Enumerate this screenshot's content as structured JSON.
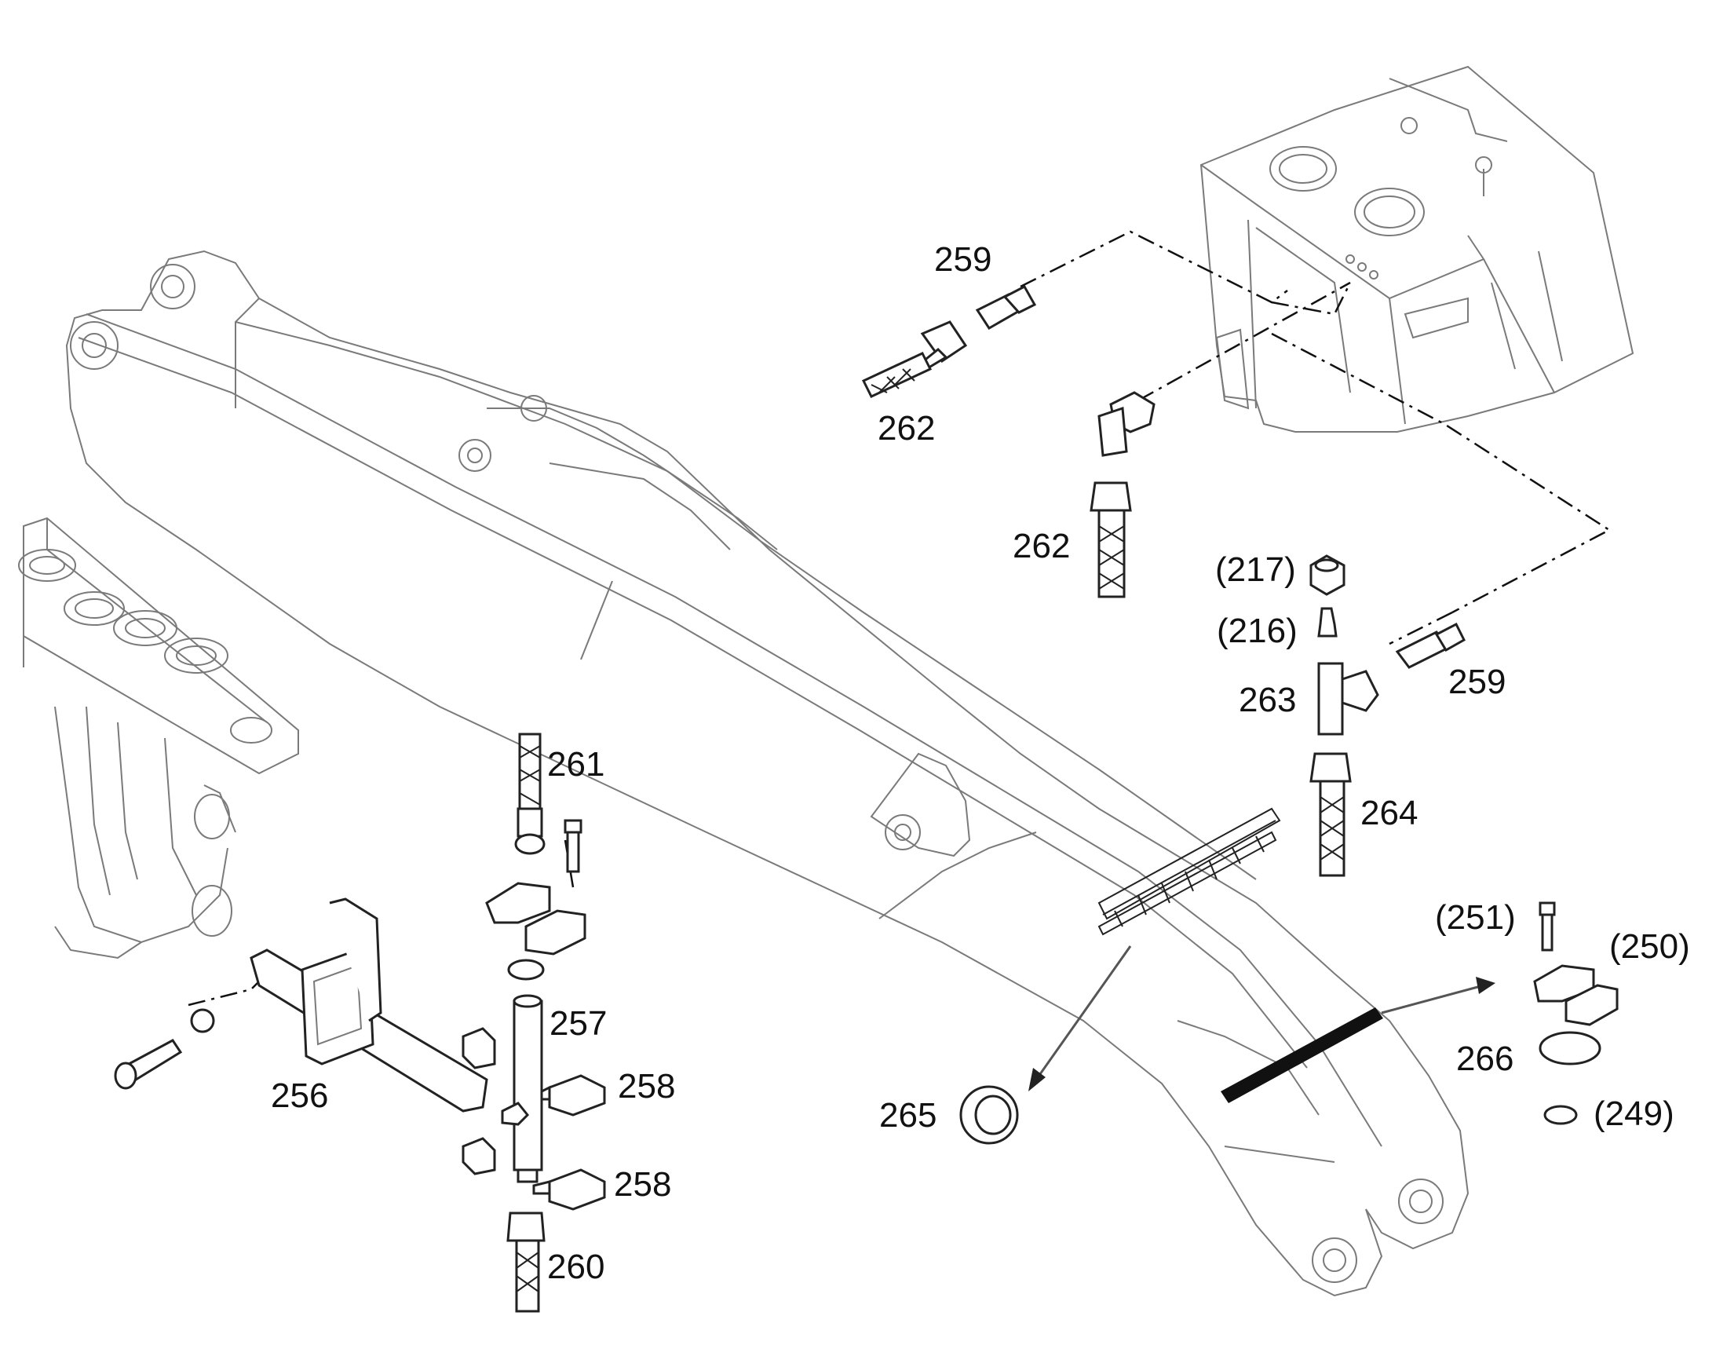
{
  "callouts": [
    {
      "id": "c259a",
      "text": "259"
    },
    {
      "id": "c262a",
      "text": "262"
    },
    {
      "id": "c262b",
      "text": "262"
    },
    {
      "id": "c217",
      "text": "(217)"
    },
    {
      "id": "c216",
      "text": "(216)"
    },
    {
      "id": "c263",
      "text": "263"
    },
    {
      "id": "c259b",
      "text": "259"
    },
    {
      "id": "c264",
      "text": "264"
    },
    {
      "id": "c261",
      "text": "261"
    },
    {
      "id": "c257",
      "text": "257"
    },
    {
      "id": "c258a",
      "text": "258"
    },
    {
      "id": "c258b",
      "text": "258"
    },
    {
      "id": "c260",
      "text": "260"
    },
    {
      "id": "c256",
      "text": "256"
    },
    {
      "id": "c265",
      "text": "265"
    },
    {
      "id": "c251",
      "text": "(251)"
    },
    {
      "id": "c250",
      "text": "(250)"
    },
    {
      "id": "c266",
      "text": "266"
    },
    {
      "id": "c249",
      "text": "(249)"
    }
  ],
  "colors": {
    "line": "#222222",
    "light_line": "#7a7a7a",
    "background": "#ffffff"
  }
}
